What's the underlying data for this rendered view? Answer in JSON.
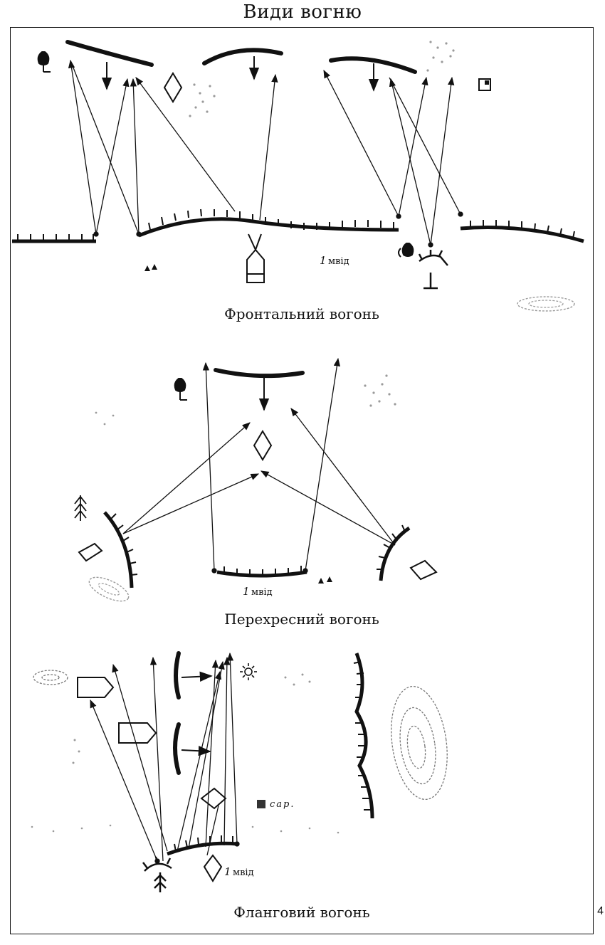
{
  "title": "Види вогню",
  "page_number": "4",
  "panels": [
    {
      "caption": "Фронтальний вогонь",
      "unit_number": "1",
      "unit_label": "мвід"
    },
    {
      "caption": "Перехресний вогонь",
      "unit_number": "1",
      "unit_label": "мвід"
    },
    {
      "caption": "Фланговий вогонь",
      "unit_number": "1",
      "unit_label": "мвід",
      "annotation": "сар."
    }
  ],
  "colors": {
    "ink": "#111111",
    "paper": "#ffffff",
    "stipple": "#9a9a9a"
  }
}
